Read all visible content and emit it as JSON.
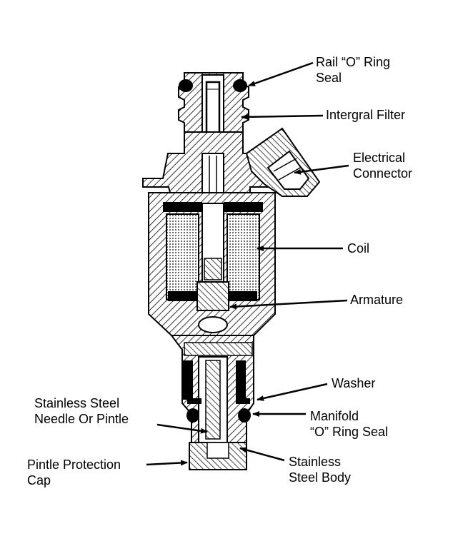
{
  "colors": {
    "ink": "#000000",
    "paper": "#ffffff"
  },
  "labels": {
    "rail_o_ring_seal": [
      "Rail “O” Ring",
      "Seal"
    ],
    "integral_filter": [
      "Intergral Filter"
    ],
    "electrical_connector": [
      "Electrical",
      "Connector"
    ],
    "coil": [
      "Coil"
    ],
    "armature": [
      "Armature"
    ],
    "washer": [
      "Washer"
    ],
    "stainless_steel_needle": [
      "Stainless Steel",
      "Needle Or Pintle"
    ],
    "manifold_o_ring_seal": [
      "Manifold",
      "“O” Ring Seal"
    ],
    "pintle_protection_cap": [
      "Pintle Protection",
      "Cap"
    ],
    "stainless_steel_body": [
      "Stainless",
      "Steel Body"
    ]
  }
}
